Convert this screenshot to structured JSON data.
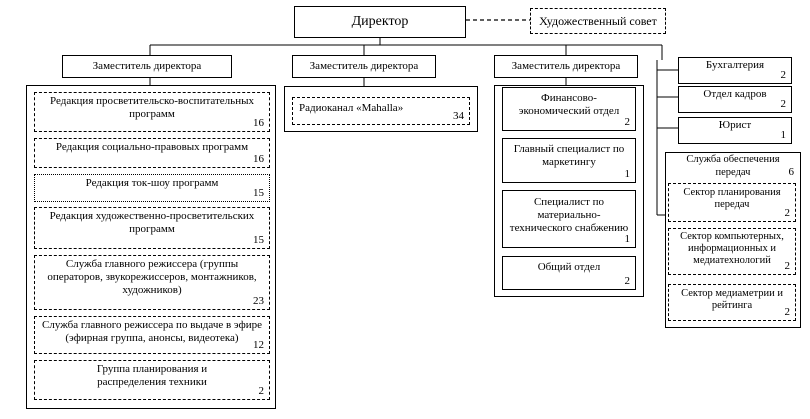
{
  "director": "Директор",
  "art_council": "Художественный совет",
  "deputy_1": {
    "title": "Заместитель директора",
    "units": [
      {
        "name": "Редакция просветительско-воспитательных программ",
        "count": "16"
      },
      {
        "name": "Редакция социально-правовых программ",
        "count": "16"
      },
      {
        "name": "Редакция ток-шоу программ",
        "count": "15"
      },
      {
        "name": "Редакция художественно-просветительских программ",
        "count": "15"
      },
      {
        "name": "Служба главного режиссера (группы операторов, звукорежиссеров, монтажников, художников)",
        "count": "23"
      },
      {
        "name": "Служба главного режиссера по выдаче в эфире (эфирная группа, анонсы, видеотека)",
        "count": "12"
      },
      {
        "name": "Группа планирования и распределения техники",
        "count": "2"
      }
    ]
  },
  "deputy_2": {
    "title": "Заместитель директора",
    "units": [
      {
        "name": "Радиоканал «Mahalla»",
        "count": "34"
      }
    ]
  },
  "deputy_3": {
    "title": "Заместитель директора",
    "units": [
      {
        "name": "Финансово-экономический отдел",
        "count": "2"
      },
      {
        "name": "Главный специалист по маркетингу",
        "count": "1"
      },
      {
        "name": "Специалист по материально-технического снабжению",
        "count": "1"
      },
      {
        "name": "Общий отдел",
        "count": "2"
      }
    ]
  },
  "direct": [
    {
      "name": "Бухгалтерия",
      "count": "2"
    },
    {
      "name": "Отдел кадров",
      "count": "2"
    },
    {
      "name": "Юрист",
      "count": "1"
    }
  ],
  "service": {
    "title": "Служба обеспечения передач",
    "count": "6",
    "sectors": [
      {
        "name": "Сектор планирования передач",
        "count": "2"
      },
      {
        "name": "Сектор компьютерных, информационных и медиатехнологий",
        "count": "2"
      },
      {
        "name": "Сектор медиаметрии и рейтинга",
        "count": "2"
      }
    ]
  }
}
